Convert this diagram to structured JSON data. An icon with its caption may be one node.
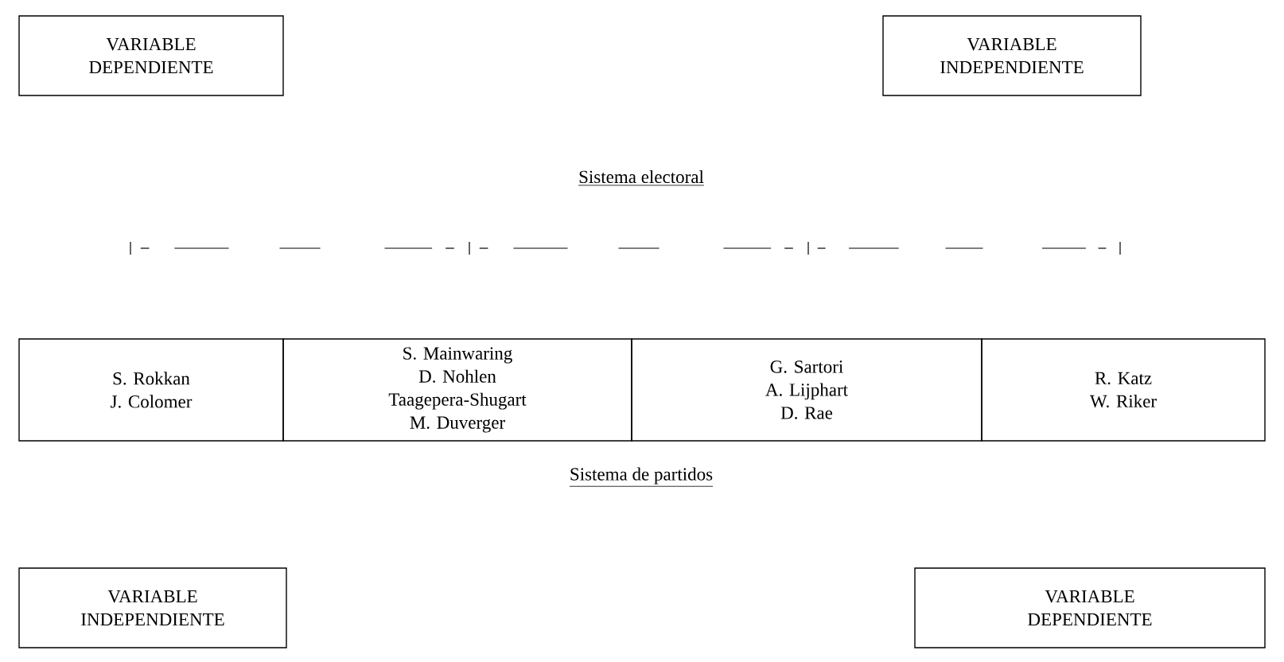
{
  "diagram": {
    "nodes": [
      {
        "text": [
          "VARIABLE DEPENDIENTE"
        ]
      },
      {
        "text": [
          "VARIABLE INDEPENDIENTE"
        ]
      },
      {
        "text": [
          "S. Rokkan",
          "J. Colomer"
        ]
      },
      {
        "text": [
          "S. Mainwaring",
          "D. Nohlen",
          "Taagepera-Shugart",
          "M. Duverger"
        ]
      },
      {
        "text": [
          "G. Sartori",
          "A. Lijphart",
          "D. Rae"
        ]
      },
      {
        "text": [
          "R. Katz",
          "W. Riker"
        ]
      },
      {
        "text": [
          "VARIABLE INDEPENDIENTE"
        ]
      },
      {
        "text": [
          "VARIABLE DEPENDIENTE"
        ]
      }
    ],
    "labels": [
      "Sistema electoral",
      "Sistema de partidos"
    ]
  }
}
